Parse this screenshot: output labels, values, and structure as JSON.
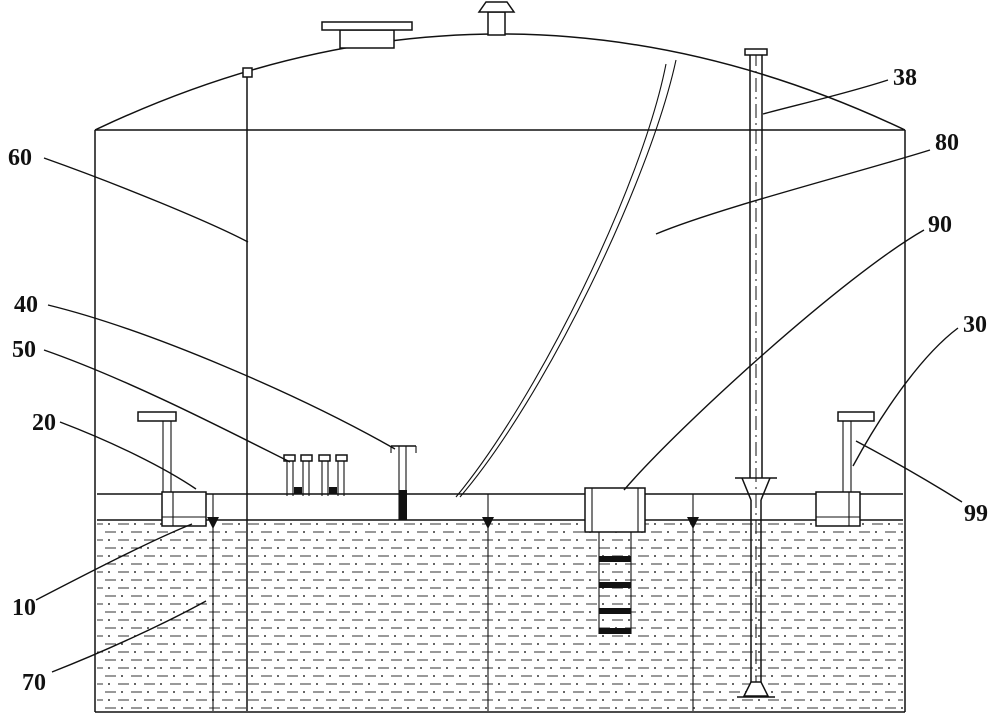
{
  "figure": {
    "kind": "tank-cross-section-patent-drawing",
    "labels": {
      "n60": "60",
      "n40": "40",
      "n50": "50",
      "n20": "20",
      "n10": "10",
      "n70": "70",
      "n38": "38",
      "n80": "80",
      "n90": "90",
      "n30": "30",
      "n99": "99"
    }
  },
  "colors": {
    "ink": "#111111",
    "background": "#ffffff"
  }
}
